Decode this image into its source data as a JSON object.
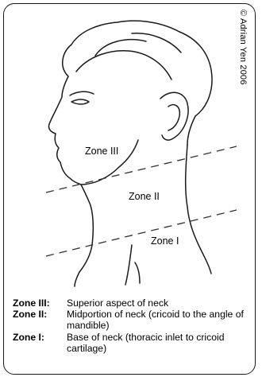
{
  "credit": "© Adrian Yen 2006",
  "zones": {
    "z3": "Zone III",
    "z2": "Zone II",
    "z1": "Zone I"
  },
  "legend": [
    {
      "term": "Zone III",
      "desc": "Superior aspect of neck"
    },
    {
      "term": "Zone II",
      "desc": "Midportion of neck (cricoid to the angle of mandible)"
    },
    {
      "term": "Zone I",
      "desc": "Base of neck (thoracic inlet to cricoid cartilage)"
    }
  ],
  "colors": {
    "line": "#1a1a1a",
    "dashes": "#333333"
  }
}
